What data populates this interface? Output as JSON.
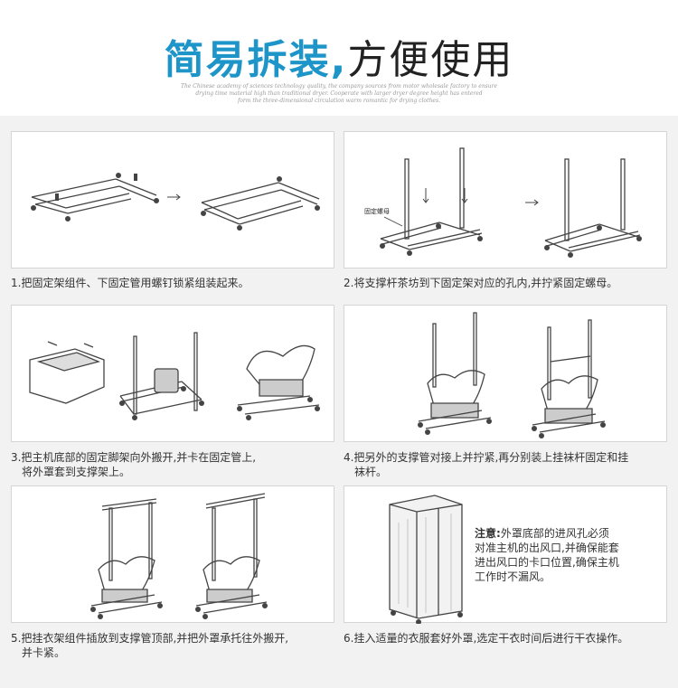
{
  "header": {
    "title_highlight": "简易拆装,",
    "title_rest": "方便使用",
    "subtitle_line1": "The Chinese academy of sciences technology quality, the company sources from motor wholesale factory to ensure",
    "subtitle_line2": "drying time material high than traditional dryer. Cooperate with larger dryer degree height has entered",
    "subtitle_line3": "form the three-dimensional circulation warm romantic for drying clothes."
  },
  "steps": [
    {
      "line1": "1.把固定架组件、下固定管用螺钉锁紧组装起来。",
      "line2": ""
    },
    {
      "line1": "2.将支撑杆茶坊到下固定架对应的孔内,并拧紧固定螺母。",
      "line2": ""
    },
    {
      "line1": "3.把主机底部的固定脚架向外搬开,并卡在固定管上,",
      "line2": "将外罩套到支撑架上。"
    },
    {
      "line1": "4.把另外的支撑管对接上并拧紧,再分别装上挂袜杆固定和挂",
      "line2": "袜杆。"
    },
    {
      "line1": "5.把挂衣架组件插放到支撑管顶部,并把外罩承托往外搬开,",
      "line2": "并卡紧。"
    },
    {
      "line1": "6.挂入适量的衣服套好外罩,选定干衣时间后进行干衣操作。",
      "line2": ""
    }
  ],
  "step2_label": "固定螺母",
  "note": {
    "label": "注意:",
    "line1": "外罩底部的进风孔必须",
    "line2": "对准主机的出风口,并确保能套",
    "line3": "进出风口的卡口位置,确保主机",
    "line4": "工作时不漏风。"
  }
}
